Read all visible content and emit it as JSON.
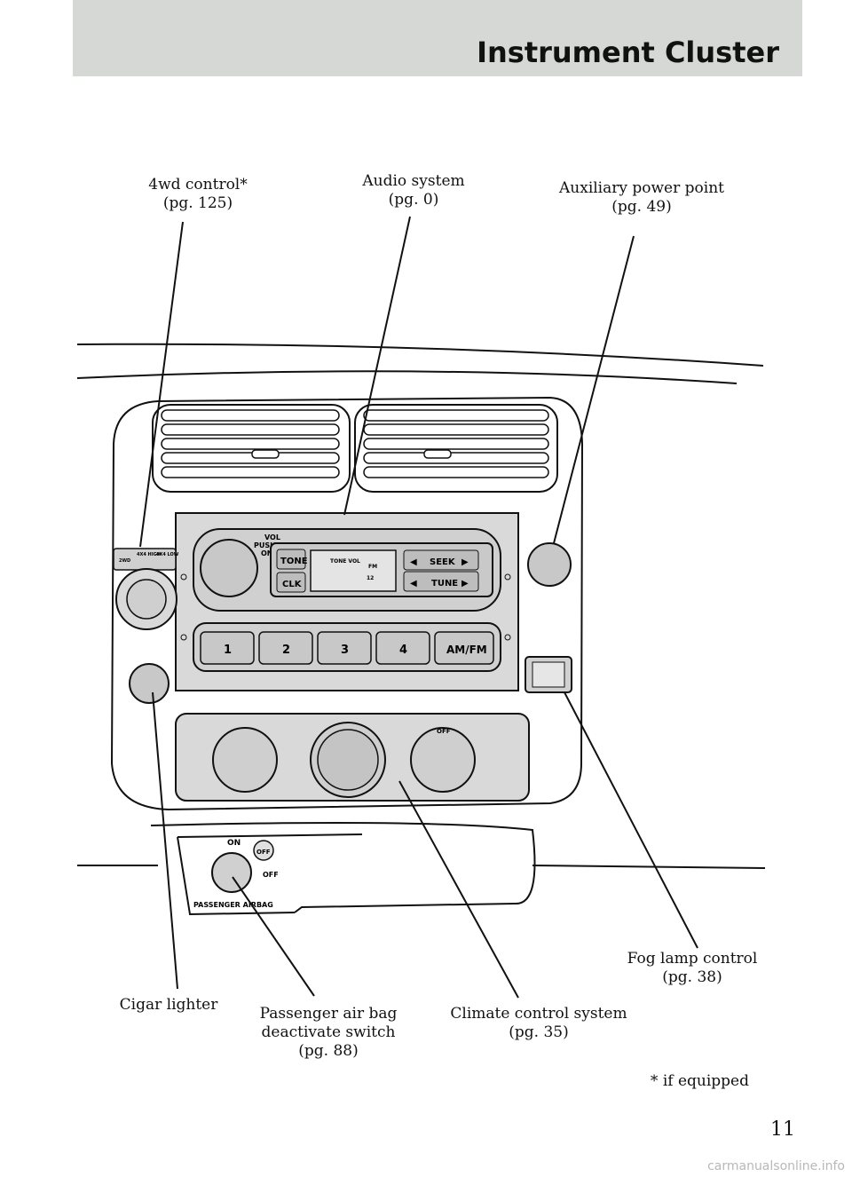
{
  "header": {
    "title": "Instrument Cluster"
  },
  "callouts": {
    "fourwd": {
      "line1": "4wd control*",
      "line2": "(pg. 125)"
    },
    "audio": {
      "line1": "Audio system",
      "line2": "(pg. 0)"
    },
    "aux": {
      "line1": "Auxiliary power point",
      "line2": "(pg. 49)"
    },
    "fog": {
      "line1": "Fog lamp control",
      "line2": "(pg. 38)"
    },
    "cigar": {
      "line1": "Cigar lighter"
    },
    "airbag": {
      "line1": "Passenger air bag",
      "line2": "deactivate switch",
      "line3": "(pg. 88)"
    },
    "climate": {
      "line1": "Climate control system",
      "line2": "(pg. 35)"
    }
  },
  "diagram_labels": {
    "vol": "VOL",
    "push": "PUSH",
    "on": "ON",
    "tone": "TONE",
    "clk": "CLK",
    "seek": "SEEK",
    "tune": "TUNE",
    "display_tone_vol": "TONE VOL",
    "display_fm": "FM",
    "display_12": "12",
    "preset1": "1",
    "preset2": "2",
    "preset3": "3",
    "preset4": "4",
    "amfm": "AM/FM",
    "twowd": "2WD",
    "fourx4_high": "4X4 HIGH",
    "fourx4_low": "4X4 LOW",
    "climate_off": "OFF",
    "airbag_on": "ON",
    "airbag_off_lamp": "OFF",
    "airbag_off": "OFF",
    "airbag_label": "PASSENGER AIRBAG"
  },
  "footnote": "* if equipped",
  "page_number": "11",
  "watermark": "carmanualsonline.info"
}
